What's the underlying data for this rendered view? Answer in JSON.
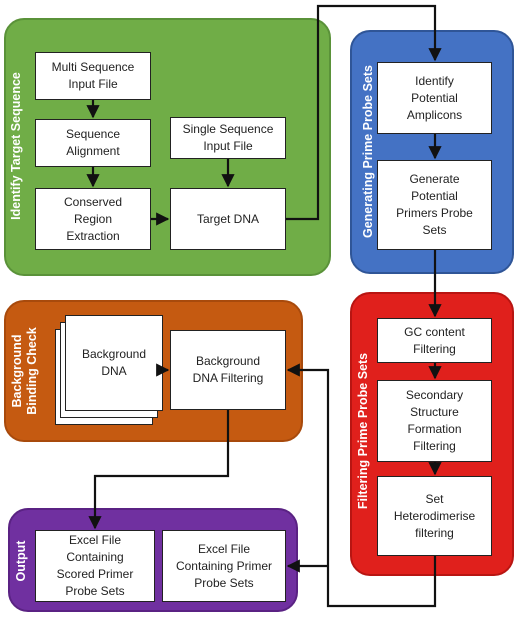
{
  "panels": {
    "identify": "Identify Target Sequence",
    "generating": "Generating Prime Probe Sets",
    "background_line1": "Background",
    "background_line2": "Binding Check",
    "filtering": "Filtering Prime Probe Sets",
    "output": "Output"
  },
  "boxes": {
    "multi_sequence": [
      "Multi Sequence",
      "Input File"
    ],
    "sequence_alignment": [
      "Sequence",
      "Alignment"
    ],
    "conserved_region": [
      "Conserved",
      "Region",
      "Extraction"
    ],
    "single_sequence": [
      "Single Sequence",
      "Input File"
    ],
    "target_dna": [
      "Target DNA"
    ],
    "identify_amplicons": [
      "Identify",
      "Potential",
      "Amplicons"
    ],
    "generate_primers": [
      "Generate",
      "Potential",
      "Primers Probe",
      "Sets"
    ],
    "background_dna": [
      "Background",
      "DNA"
    ],
    "background_filtering": [
      "Background",
      "DNA Filtering"
    ],
    "gc_content": [
      "GC content",
      "Filtering"
    ],
    "secondary_structure": [
      "Secondary",
      "Structure",
      "Formation",
      "Filtering"
    ],
    "heterodimerise": [
      "Set",
      "Heterodimerise",
      "filtering"
    ],
    "excel_scored": [
      "Excel File",
      "Containing",
      "Scored Primer",
      "Probe Sets"
    ],
    "excel_primer": [
      "Excel File",
      "Containing Primer",
      "Probe Sets"
    ]
  },
  "colors": {
    "green": "#70ad47",
    "blue": "#4472c4",
    "orange": "#c55a11",
    "red": "#e0201c",
    "purple": "#7030a0",
    "arrow": "#111111"
  }
}
